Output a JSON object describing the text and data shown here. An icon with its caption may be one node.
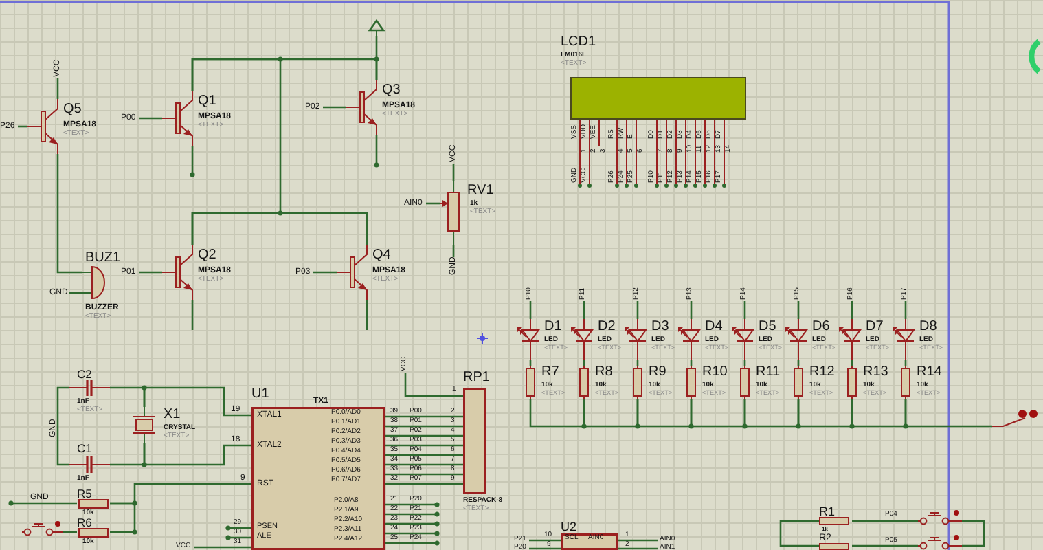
{
  "diagram": {
    "nodes": [
      {
        "text": [
          "Q5",
          "MPSA18",
          "<TEXT>"
        ]
      },
      {
        "text": [
          "Q1",
          "MPSA18",
          "<TEXT>"
        ]
      },
      {
        "text": [
          "Q3",
          "MPSA18",
          "<TEXT>"
        ]
      },
      {
        "text": [
          "Q2",
          "MPSA18",
          "<TEXT>"
        ]
      },
      {
        "text": [
          "Q4",
          "MPSA18",
          "<TEXT>"
        ]
      },
      {
        "text": [
          "BUZ1",
          "BUZZER",
          "<TEXT>"
        ]
      },
      {
        "text": [
          "RV1",
          "1k",
          "<TEXT>"
        ]
      },
      {
        "text": [
          "LCD1",
          "LM016L",
          "<TEXT>"
        ]
      },
      {
        "text": [
          "D1",
          "LED",
          "<TEXT>"
        ]
      },
      {
        "text": [
          "D2",
          "LED",
          "<TEXT>"
        ]
      },
      {
        "text": [
          "D3",
          "LED",
          "<TEXT>"
        ]
      },
      {
        "text": [
          "D4",
          "LED",
          "<TEXT>"
        ]
      },
      {
        "text": [
          "D5",
          "LED",
          "<TEXT>"
        ]
      },
      {
        "text": [
          "D6",
          "LED",
          "<TEXT>"
        ]
      },
      {
        "text": [
          "D7",
          "LED",
          "<TEXT>"
        ]
      },
      {
        "text": [
          "D8",
          "LED",
          "<TEXT>"
        ]
      },
      {
        "text": [
          "R7",
          "10k",
          "<TEXT>"
        ]
      },
      {
        "text": [
          "R8",
          "10k",
          "<TEXT>"
        ]
      },
      {
        "text": [
          "R9",
          "10k",
          "<TEXT>"
        ]
      },
      {
        "text": [
          "R10",
          "10k",
          "<TEXT>"
        ]
      },
      {
        "text": [
          "R11",
          "10k",
          "<TEXT>"
        ]
      },
      {
        "text": [
          "R12",
          "10k",
          "<TEXT>"
        ]
      },
      {
        "text": [
          "R13",
          "10k",
          "<TEXT>"
        ]
      },
      {
        "text": [
          "R14",
          "10k",
          "<TEXT>"
        ]
      },
      {
        "text": [
          "C2",
          "1nF",
          "<TEXT>"
        ]
      },
      {
        "text": [
          "X1",
          "CRYSTAL",
          "<TEXT>"
        ]
      },
      {
        "text": [
          "C1",
          "1nF"
        ]
      },
      {
        "text": [
          "U1",
          "TX1"
        ],
        "beside": [
          "P20",
          "P21",
          "P22",
          "P23",
          "P24"
        ]
      },
      {
        "text": [
          "RP1",
          "RESPACK-8",
          "<TEXT>"
        ]
      },
      {
        "text": [
          "R5",
          "10k"
        ],
        "beside": [
          "GND"
        ]
      },
      {
        "text": [
          "R6",
          "10k"
        ]
      },
      {
        "text": [
          "U2"
        ]
      },
      {
        "text": [
          "R1",
          "1k"
        ]
      },
      {
        "text": [
          "R2"
        ]
      },
      {
        "text": [],
        "shape": "switch"
      },
      {
        "text": [],
        "shape": "switch"
      },
      {
        "text": [],
        "shape": "switch"
      },
      {
        "text": [],
        "shape": "switch"
      },
      {
        "text": [],
        "shape": "triangle"
      },
      {
        "text": [
          "P26"
        ]
      },
      {
        "text": [
          "VCC"
        ]
      },
      {
        "text": [
          "P00"
        ]
      },
      {
        "text": [
          "P02"
        ]
      },
      {
        "text": [
          "AIN0"
        ]
      },
      {
        "text": [
          "VCC"
        ]
      },
      {
        "text": [
          "GND"
        ]
      },
      {
        "text": [
          "P01"
        ]
      },
      {
        "text": [
          "GND"
        ]
      },
      {
        "text": [
          "P03"
        ]
      },
      {
        "text": [
          "P10"
        ]
      },
      {
        "text": [
          "P11"
        ]
      },
      {
        "text": [
          "P12"
        ]
      },
      {
        "text": [
          "P13"
        ]
      },
      {
        "text": [
          "P14"
        ]
      },
      {
        "text": [
          "P15"
        ]
      },
      {
        "text": [
          "P16"
        ]
      },
      {
        "text": [
          "P17"
        ]
      },
      {
        "text": [
          "VCC"
        ]
      },
      {
        "text": [
          "VCC"
        ]
      },
      {
        "text": [
          "P21"
        ]
      },
      {
        "text": [
          "P20"
        ]
      },
      {
        "text": [
          "AIN0"
        ]
      },
      {
        "text": [
          "AIN1"
        ]
      }
    ],
    "edges": [
      {
        "from": 0,
        "to": 5,
        "arrow": "none"
      },
      {
        "from": 1,
        "to": 2,
        "arrow": "none"
      },
      {
        "from": 2,
        "to": 38,
        "arrow": "none"
      },
      {
        "from": 1,
        "to": 3,
        "arrow": "none"
      },
      {
        "from": 3,
        "to": 4,
        "arrow": "none"
      },
      {
        "from": 24,
        "to": 25,
        "arrow": "none"
      },
      {
        "from": 25,
        "to": 26,
        "arrow": "none"
      },
      {
        "from": 24,
        "to": 26,
        "arrow": "none"
      },
      {
        "from": 25,
        "to": 27,
        "arrow": "none"
      },
      {
        "from": 25,
        "to": 27,
        "arrow": "none"
      },
      {
        "from": 29,
        "to": 27,
        "arrow": "none"
      },
      {
        "from": 30,
        "to": 29,
        "arrow": "none"
      },
      {
        "from": 34,
        "to": 30,
        "arrow": "none"
      },
      {
        "from": 27,
        "to": 28,
        "arrow": "none"
      },
      {
        "from": 27,
        "to": 28,
        "arrow": "none"
      },
      {
        "from": 27,
        "to": 28,
        "arrow": "none"
      },
      {
        "from": 27,
        "to": 28,
        "arrow": "none"
      },
      {
        "from": 27,
        "to": 28,
        "arrow": "none"
      },
      {
        "from": 27,
        "to": 28,
        "arrow": "none"
      },
      {
        "from": 27,
        "to": 28,
        "arrow": "none"
      },
      {
        "from": 27,
        "to": 28,
        "arrow": "none"
      },
      {
        "from": 8,
        "to": 16,
        "arrow": "none"
      },
      {
        "from": 9,
        "to": 17,
        "arrow": "none"
      },
      {
        "from": 10,
        "to": 18,
        "arrow": "none"
      },
      {
        "from": 11,
        "to": 19,
        "arrow": "none"
      },
      {
        "from": 12,
        "to": 20,
        "arrow": "none"
      },
      {
        "from": 13,
        "to": 21,
        "arrow": "none"
      },
      {
        "from": 14,
        "to": 22,
        "arrow": "none"
      },
      {
        "from": 15,
        "to": 23,
        "arrow": "none"
      },
      {
        "from": 16,
        "to": 17,
        "arrow": "none"
      },
      {
        "from": 17,
        "to": 18,
        "arrow": "none"
      },
      {
        "from": 18,
        "to": 19,
        "arrow": "none"
      },
      {
        "from": 19,
        "to": 20,
        "arrow": "none"
      },
      {
        "from": 20,
        "to": 21,
        "arrow": "none"
      },
      {
        "from": 21,
        "to": 22,
        "arrow": "none"
      },
      {
        "from": 22,
        "to": 23,
        "arrow": "none"
      },
      {
        "from": 23,
        "to": 35,
        "arrow": "none"
      },
      {
        "from": 32,
        "to": 36,
        "arrow": "none"
      },
      {
        "from": 33,
        "to": 37,
        "arrow": "none"
      },
      {
        "from": 32,
        "to": 33,
        "arrow": "none"
      },
      {
        "from": 36,
        "to": 37,
        "arrow": "none"
      },
      {
        "from": 39,
        "to": 0,
        "arrow": "none"
      },
      {
        "from": 40,
        "to": 0,
        "arrow": "none"
      },
      {
        "from": 41,
        "to": 1,
        "arrow": "none"
      },
      {
        "from": 42,
        "to": 2,
        "arrow": "none"
      },
      {
        "from": 43,
        "to": 6,
        "arrow": "none"
      },
      {
        "from": 44,
        "to": 6,
        "arrow": "none"
      },
      {
        "from": 45,
        "to": 6,
        "arrow": "none"
      },
      {
        "from": 46,
        "to": 3,
        "arrow": "none"
      },
      {
        "from": 47,
        "to": 5,
        "arrow": "none"
      },
      {
        "from": 48,
        "to": 4,
        "arrow": "none"
      },
      {
        "from": 49,
        "to": 8,
        "arrow": "none"
      },
      {
        "from": 50,
        "to": 9,
        "arrow": "none"
      },
      {
        "from": 51,
        "to": 10,
        "arrow": "none"
      },
      {
        "from": 52,
        "to": 11,
        "arrow": "none"
      },
      {
        "from": 53,
        "to": 12,
        "arrow": "none"
      },
      {
        "from": 54,
        "to": 13,
        "arrow": "none"
      },
      {
        "from": 55,
        "to": 14,
        "arrow": "none"
      },
      {
        "from": 56,
        "to": 15,
        "arrow": "none"
      },
      {
        "from": 57,
        "to": 28,
        "arrow": "none"
      },
      {
        "from": 58,
        "to": 27,
        "arrow": "none"
      },
      {
        "from": 59,
        "to": 31,
        "arrow": "none"
      },
      {
        "from": 60,
        "to": 31,
        "arrow": "none"
      },
      {
        "from": 61,
        "to": 31,
        "arrow": "none"
      },
      {
        "from": 62,
        "to": 31,
        "arrow": "none"
      }
    ],
    "labels": [
      "VSS",
      "1",
      "GND",
      "VDD",
      "2",
      "VCC",
      "VEE",
      "3",
      "RS",
      "4",
      "P26",
      "RW",
      "5",
      "P24",
      "E",
      "6",
      "P25",
      "D0",
      "7",
      "P10",
      "D1",
      "8",
      "P11",
      "D2",
      "9",
      "P12",
      "D3",
      "10",
      "P13",
      "D4",
      "11",
      "P14",
      "D5",
      "12",
      "P15",
      "D6",
      "13",
      "P16",
      "D7",
      "14",
      "P17",
      "GND",
      "19",
      "XTAL1",
      "18",
      "XTAL2",
      "9",
      "RST",
      "29",
      "PSEN",
      "30",
      "ALE",
      "31",
      "P0.0/AD0",
      "39",
      "P00",
      "2",
      "P0.1/AD1",
      "38",
      "P01",
      "3",
      "P0.2/AD2",
      "37",
      "P02",
      "4",
      "P0.3/AD3",
      "36",
      "P03",
      "5",
      "P0.4/AD4",
      "35",
      "P04",
      "6",
      "P0.5/AD5",
      "34",
      "P05",
      "7",
      "P0.6/AD6",
      "33",
      "P06",
      "8",
      "P0.7/AD7",
      "32",
      "P07",
      "9",
      "1",
      "P2.0/A8",
      "21",
      "P2.1/A9",
      "22",
      "P2.2/A10",
      "23",
      "P2.3/A11",
      "24",
      "P2.4/A12",
      "25",
      "10",
      "9",
      "SCL",
      "AIN0",
      "1",
      "2",
      "P04",
      "P05"
    ]
  }
}
